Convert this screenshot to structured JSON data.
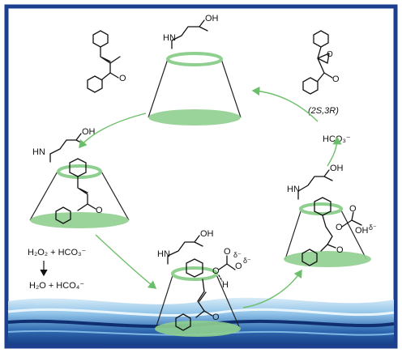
{
  "labels": {
    "oh": "OH",
    "hn": "HN",
    "o": "O",
    "h": "H",
    "delta_minus": "δ⁻",
    "stereo": "(2S,3R)",
    "hco3": "HCO₃⁻",
    "h2o2_line": "H₂O₂ + HCO₃⁻",
    "h2o_line": "H₂O + HCO₄⁻"
  },
  "colors": {
    "frame": "#1d3f8f",
    "background": "#ffffff",
    "green_ellipse": "#8fcf8f",
    "green_arrow": "#6cbf6a",
    "water_dark": "#1d4f99",
    "water_light": "#9fc9ec"
  }
}
